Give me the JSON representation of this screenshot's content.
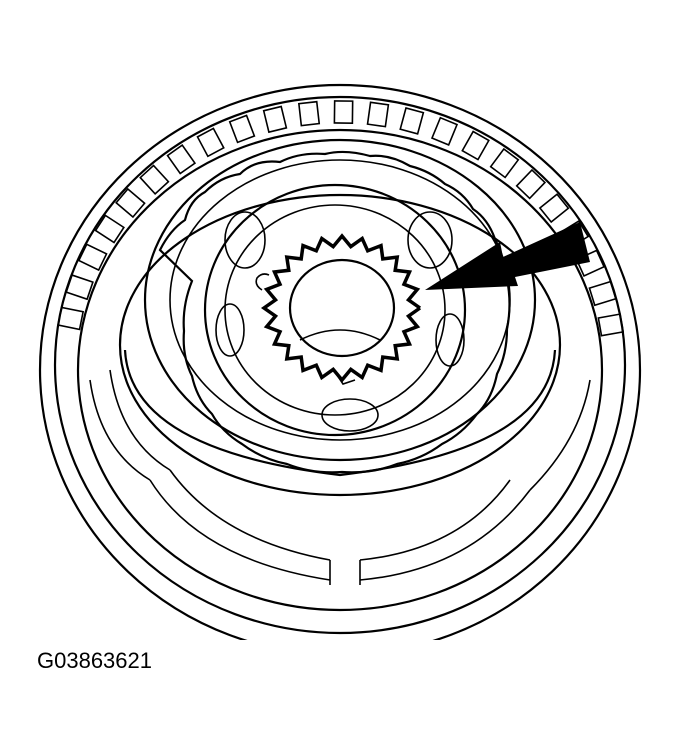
{
  "figure": {
    "subject": "gear-hub-assembly-line-drawing",
    "caption": "G03863621",
    "arrow_color": "#000000",
    "line_color": "#000000",
    "background_color": "#ffffff",
    "ring_gear_teeth_count": 24
  }
}
